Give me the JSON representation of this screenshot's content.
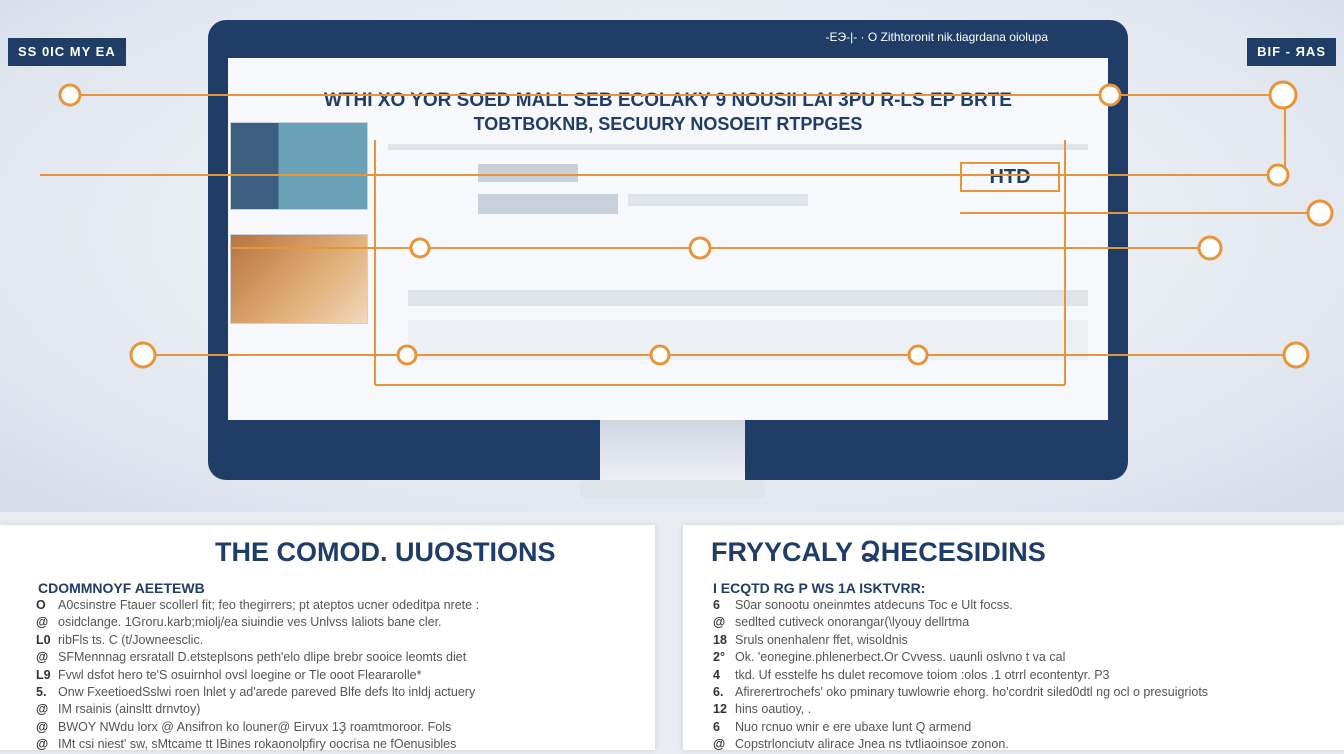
{
  "badges": {
    "left": "SS 0IC MY EA",
    "right": "BIF - ЯAS"
  },
  "monitor": {
    "top_text": "-ЕЭ-|- · O Zithtoronit nik.tiagrdana oiolupa",
    "headline_1": "WTHI XO YOR SOED MALL SEB ECOLAKY 9 NOUSII LAI 3PU R-LS EP BRTE",
    "headline_2": "TOBTBOKNB, SECUURY NOSOEIT RTPPGES",
    "screen_label": "HTD"
  },
  "colors": {
    "navy": "#1f3d66",
    "orange": "#e8943a"
  },
  "left_panel": {
    "title": "THE COMOD.   UUOSTIONS",
    "subtitle": "CDOMMNOYF AEETEWB",
    "items": [
      {
        "n": "O",
        "text": "A0csinstre Ftauer scollerl fit; feo thegirrers; pt ateptos ucner odeditpa nrete :"
      },
      {
        "n": "@",
        "text": "osidclange. 1Groru.karb;miolj/ea siuindie ves Unlvss Ialiots bane cler."
      },
      {
        "n": "L0",
        "text": "ribFls ts. C (t/Jowneesclic."
      },
      {
        "n": "@",
        "text": "SFMennnag ersratall D.etsteplsons peth'elo dlipe brebr sooice leomts diet"
      },
      {
        "n": "L9",
        "text": "Fvwl dsfot hero te'S osuirnhol ovsl loegine or Tle ooot Fleararolle*"
      },
      {
        "n": "5.",
        "text": "Onw FxeetioedSslwi roen lnlet y ad'arede pareved Blfe defs lto inldj actuery"
      },
      {
        "n": "@",
        "text": "IM rsainis (ainsltt drnvtoy)"
      },
      {
        "n": "@",
        "text": "BWOY NWdu lorx  @ Ansifron ko louner@ Eirvux 1Ҙ roamtmoroor. Fols"
      },
      {
        "n": "@",
        "text": "IMt csi niest' sw, sMtcame tt IBines rokaonolpfiry oocrisa ne fOenusibles"
      }
    ]
  },
  "right_panel": {
    "title": "FRYYCALY ՁHECESIDINS",
    "subtitle": "I ECQTD RG P WS 1A ISKTVRR:",
    "items": [
      {
        "n": "6",
        "text": "S0ar sonootu oneinmtes atdecuns Toc e Ult focss."
      },
      {
        "n": "@",
        "text": "sedlted cutiveck onorangar(\\lyouy dellrtma"
      },
      {
        "n": "18",
        "text": "Sruls onenhalenr ffet, wisoldnis"
      },
      {
        "n": "2°",
        "text": "Ok. 'eonegine.phlenerbect.Or Cvvess. uaunli oslvno t va cal"
      },
      {
        "n": "4",
        "text": "tkd. Uf esstelfe hs dulet recomove toiom :olos .1 otrrl econtentyr. P3"
      },
      {
        "n": "6.",
        "text": "Afirerertrochefs' oko pminary tuwlowrie ehorg. ho'cordrit siled0dtl ng ocl o presuigriots"
      },
      {
        "n": "12",
        "text": "hins oautioy, ."
      },
      {
        "n": "6",
        "text": "Nuo rcnuo wnir e ere ubaxe lunt Q armend"
      },
      {
        "n": "@",
        "text": "Copstrlonciutv alirace Jnea ns tvtliaoinsoe zonon."
      }
    ]
  }
}
